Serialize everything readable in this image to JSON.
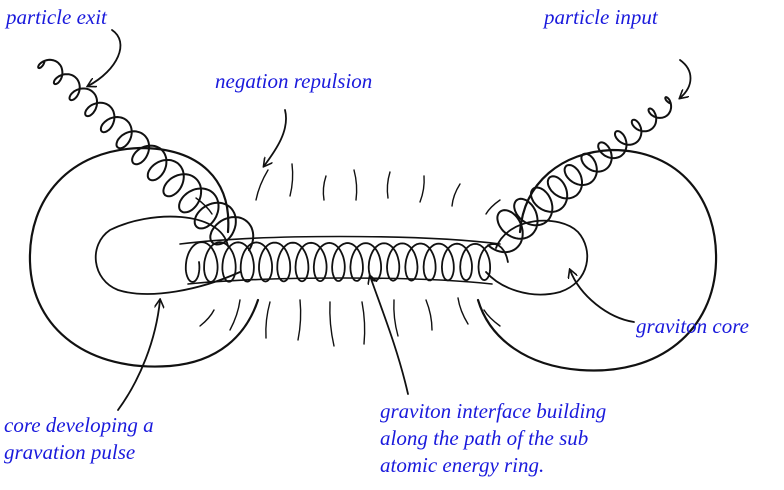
{
  "colors": {
    "label": "#1a1adc",
    "ink": "#111111"
  },
  "labels": {
    "particle_exit": "particle exit",
    "particle_input": "particle input",
    "negation_repulsion": "negation repulsion",
    "graviton_core": "graviton core",
    "core_developing": [
      "core developing a",
      "gravation pulse"
    ],
    "graviton_interface": [
      "graviton interface building",
      "along the path of the sub",
      "atomic energy ring."
    ]
  }
}
